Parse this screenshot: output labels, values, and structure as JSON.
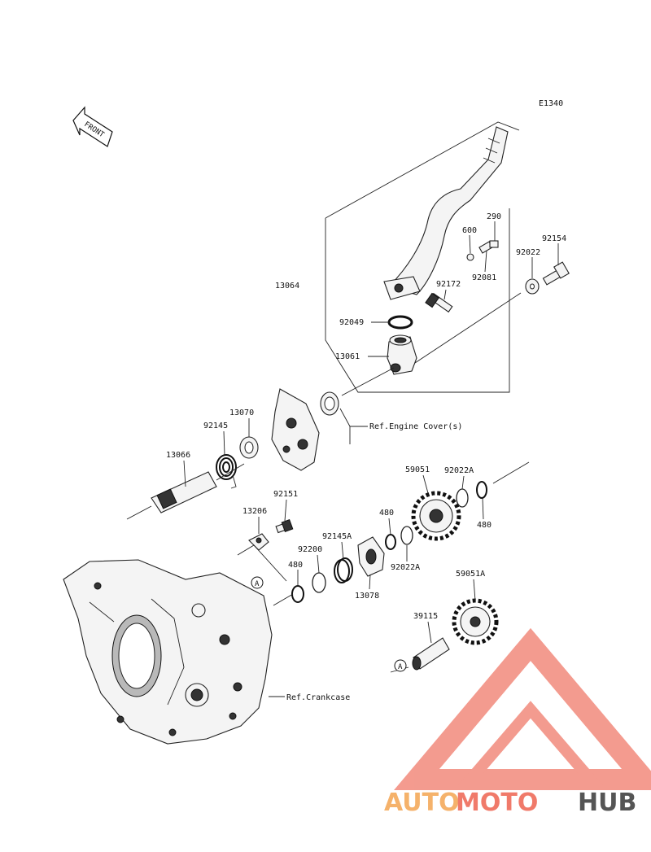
{
  "diagram_id": "E1340",
  "front_label": "FRONT",
  "callout_a": "A",
  "parts": {
    "p290": "290",
    "p600": "600",
    "p92154": "92154",
    "p92022": "92022",
    "p92081": "92081",
    "p92172": "92172",
    "p13064": "13064",
    "p92049": "92049",
    "p13061": "13061",
    "p13070": "13070",
    "p92145": "92145",
    "p13066": "13066",
    "p59051": "59051",
    "p92022A_top": "92022A",
    "p480_right": "480",
    "p92151": "92151",
    "p13206": "13206",
    "p480_mid": "480",
    "p92145A": "92145A",
    "p92200": "92200",
    "p480_left": "480",
    "p13078": "13078",
    "p92022A_bottom": "92022A",
    "p59051A": "59051A",
    "p39115": "39115"
  },
  "refs": {
    "engine_cover": "Ref.Engine Cover(s)",
    "crankcase": "Ref.Crankcase"
  },
  "watermark": {
    "part1": "AUTO",
    "part2": "MOTO",
    "part3": "HUB",
    "color_light": "#f5b26b",
    "color_red": "#f07a6a",
    "color_dark": "#555555"
  }
}
